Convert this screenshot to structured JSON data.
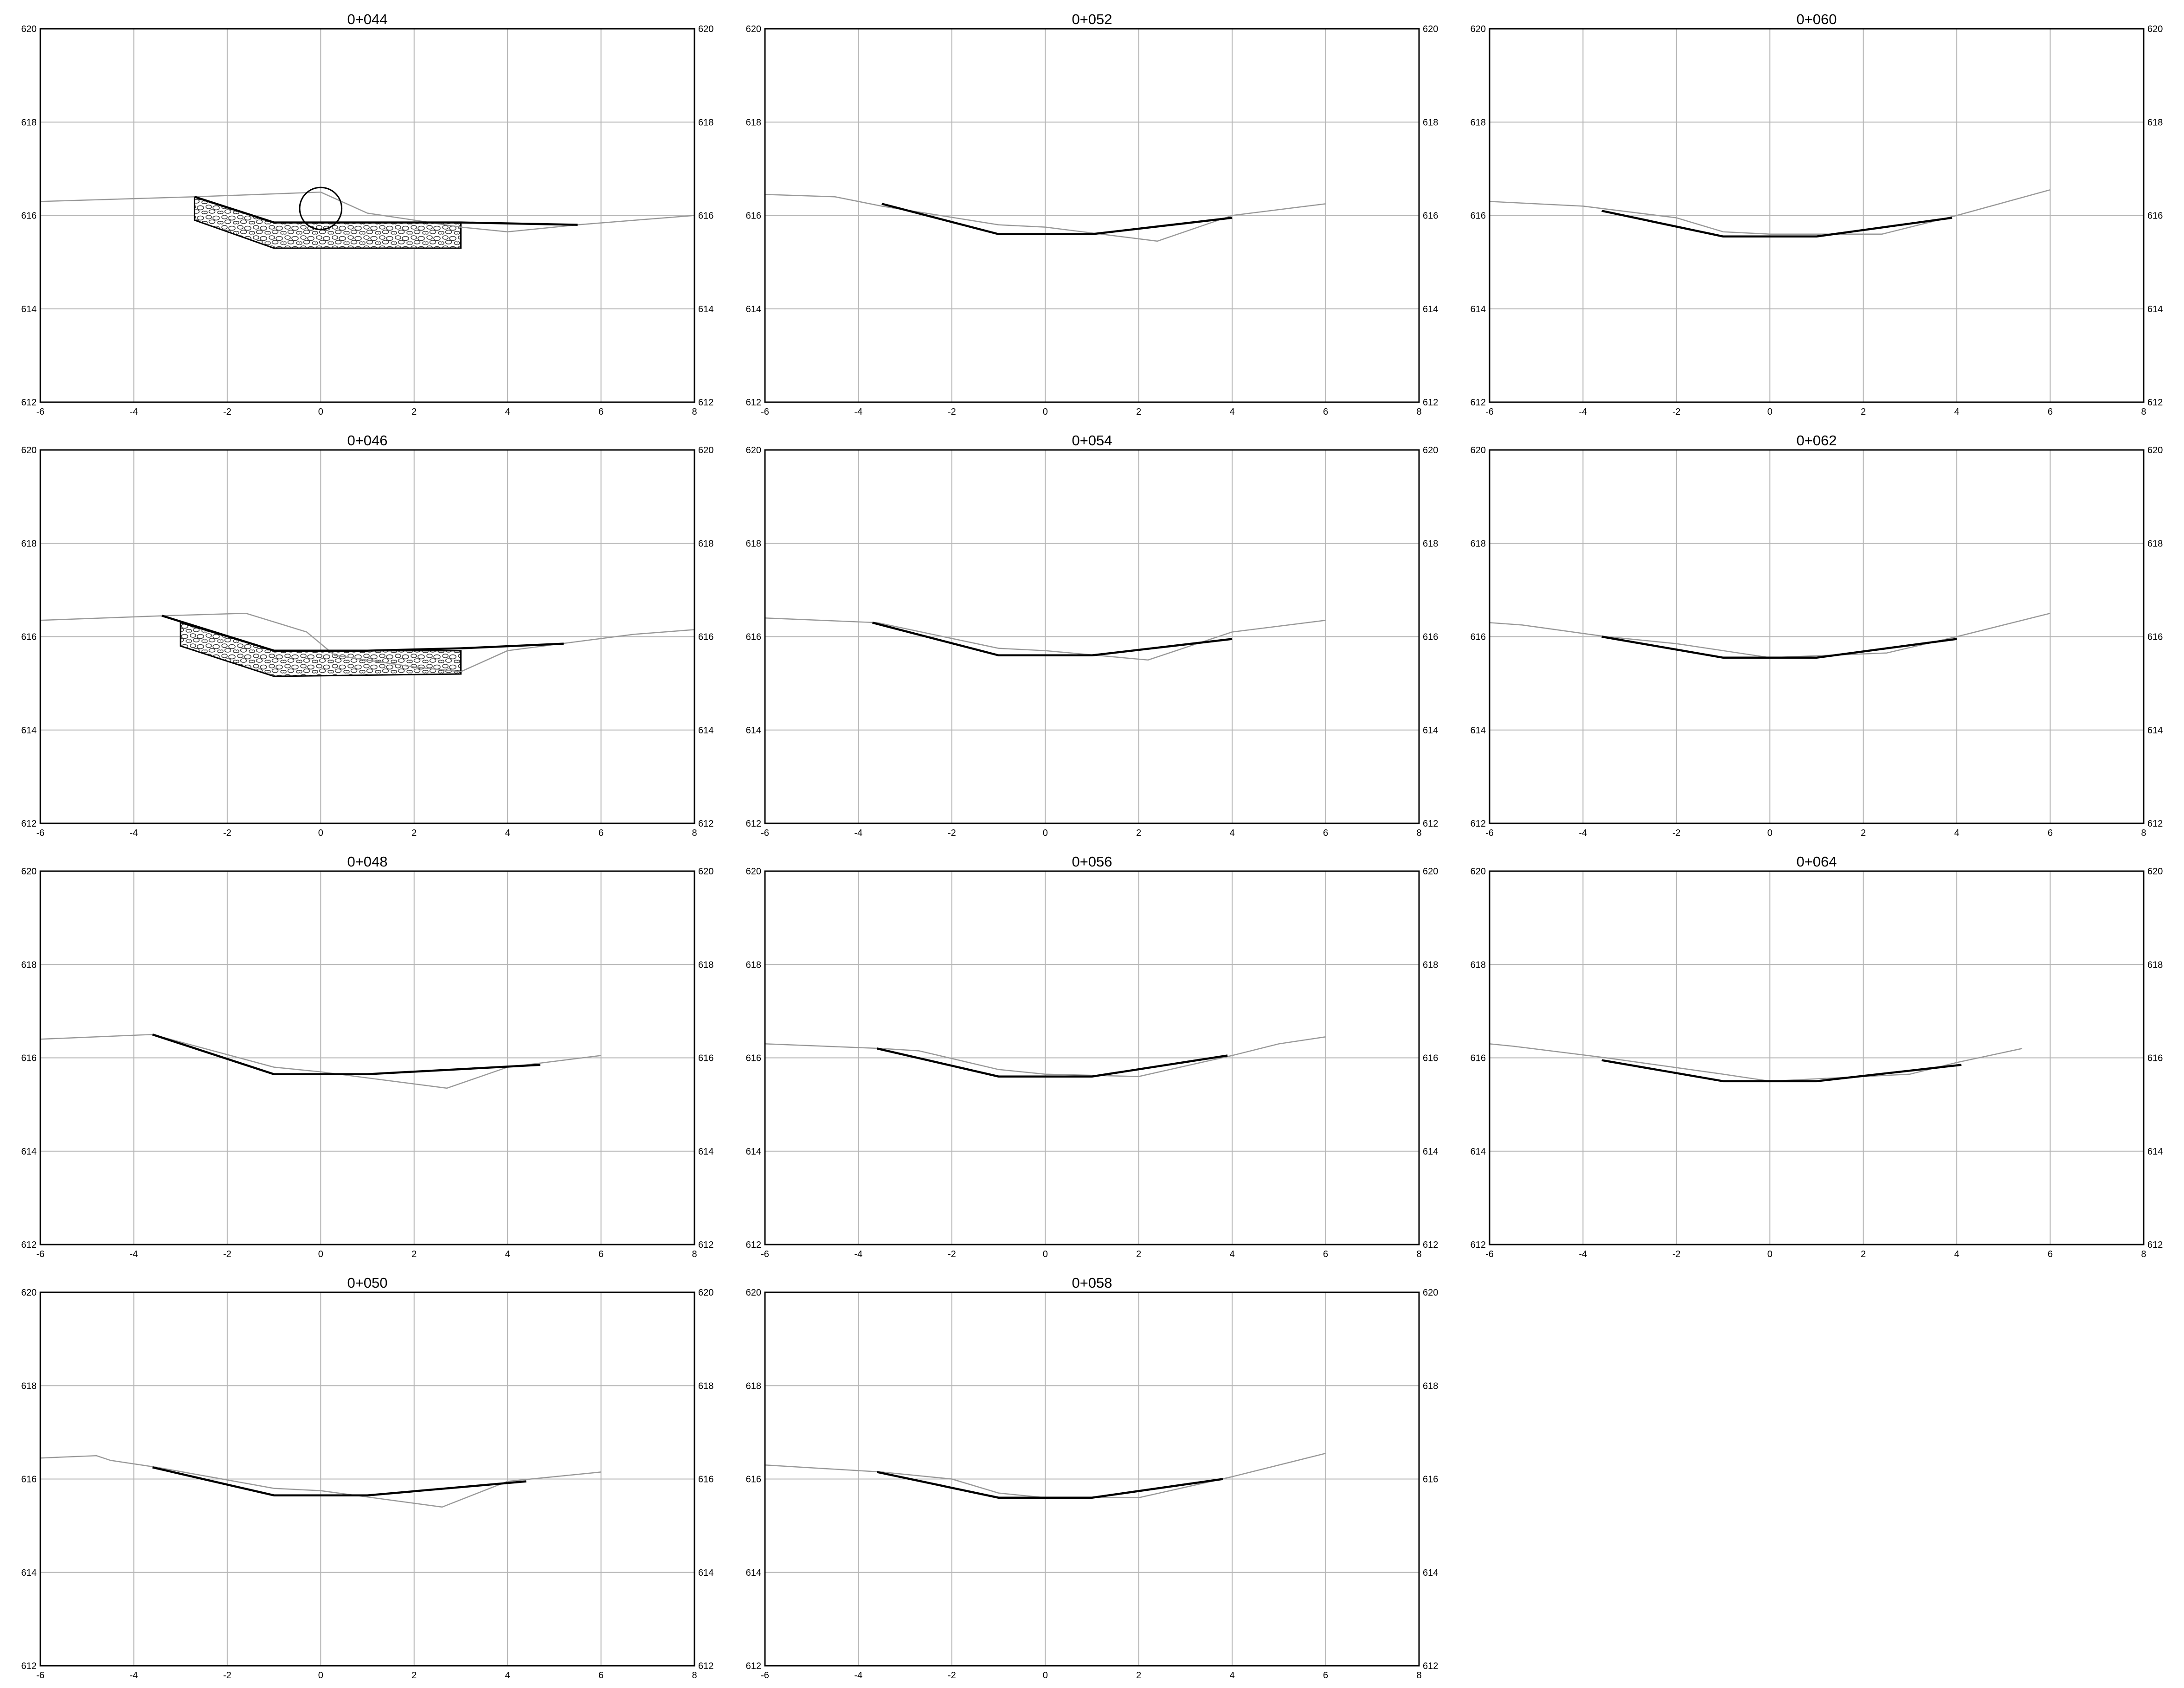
{
  "chart_data": [
    {
      "type": "line",
      "title": "0+044",
      "xlim": [
        -6,
        8
      ],
      "ylim": [
        612,
        620
      ],
      "x_ticks": [
        "-6",
        "-4",
        "-2",
        "0",
        "2",
        "4",
        "6",
        "8"
      ],
      "y_ticks": [
        "612",
        "614",
        "616",
        "618",
        "620"
      ],
      "grid": true,
      "series": [
        {
          "role": "ground",
          "color": "#999999",
          "x": [
            -6,
            -2.7,
            0,
            1,
            3,
            4,
            5.5,
            8
          ],
          "y": [
            616.3,
            616.4,
            616.5,
            616.05,
            615.75,
            615.65,
            615.8,
            616.0
          ]
        },
        {
          "role": "design",
          "color": "#000000",
          "x": [
            -2.7,
            -1,
            1,
            3,
            5.5
          ],
          "y": [
            616.4,
            615.85,
            615.85,
            615.85,
            615.8
          ]
        }
      ],
      "riprap": [
        {
          "x": [
            -2.7,
            -1,
            3,
            3,
            -1,
            -2.7
          ],
          "y": [
            616.4,
            615.85,
            615.85,
            615.3,
            615.3,
            615.9
          ]
        }
      ],
      "pipe": {
        "x": 0,
        "y": 616.15,
        "r": 0.45
      }
    },
    {
      "type": "line",
      "title": "0+046",
      "xlim": [
        -6,
        8
      ],
      "ylim": [
        612,
        620
      ],
      "x_ticks": [
        "-6",
        "-4",
        "-2",
        "0",
        "2",
        "4",
        "6",
        "8"
      ],
      "y_ticks": [
        "612",
        "614",
        "616",
        "618",
        "620"
      ],
      "grid": true,
      "series": [
        {
          "role": "ground",
          "color": "#999999",
          "x": [
            -6,
            -3.3,
            -1.6,
            -0.3,
            0.3,
            2,
            3,
            4,
            6.7,
            8
          ],
          "y": [
            616.35,
            616.45,
            616.5,
            616.1,
            615.6,
            615.35,
            615.25,
            615.7,
            616.05,
            616.15
          ]
        },
        {
          "role": "design",
          "color": "#000000",
          "x": [
            -3.4,
            -1,
            1,
            3,
            5.2
          ],
          "y": [
            616.45,
            615.7,
            615.7,
            615.75,
            615.85
          ]
        }
      ],
      "riprap": [
        {
          "x": [
            -3.0,
            -1,
            3,
            3,
            -1,
            -3.0
          ],
          "y": [
            616.3,
            615.7,
            615.7,
            615.2,
            615.15,
            615.8
          ]
        }
      ]
    },
    {
      "type": "line",
      "title": "0+048",
      "xlim": [
        -6,
        8
      ],
      "ylim": [
        612,
        620
      ],
      "x_ticks": [
        "-6",
        "-4",
        "-2",
        "0",
        "2",
        "4",
        "6",
        "8"
      ],
      "y_ticks": [
        "612",
        "614",
        "616",
        "618",
        "620"
      ],
      "grid": true,
      "series": [
        {
          "role": "ground",
          "color": "#999999",
          "x": [
            -6,
            -3.6,
            -1,
            0,
            2.7,
            4,
            6
          ],
          "y": [
            616.4,
            616.5,
            615.8,
            615.7,
            615.35,
            615.8,
            616.05
          ]
        },
        {
          "role": "design",
          "color": "#000000",
          "x": [
            -3.6,
            -1,
            1,
            4.7
          ],
          "y": [
            616.5,
            615.65,
            615.65,
            615.85
          ]
        }
      ]
    },
    {
      "type": "line",
      "title": "0+050",
      "xlim": [
        -6,
        8
      ],
      "ylim": [
        612,
        620
      ],
      "x_ticks": [
        "-6",
        "-4",
        "-2",
        "0",
        "2",
        "4",
        "6",
        "8"
      ],
      "y_ticks": [
        "612",
        "614",
        "616",
        "618",
        "620"
      ],
      "grid": true,
      "series": [
        {
          "role": "ground",
          "color": "#999999",
          "x": [
            -6,
            -4.8,
            -4.5,
            -3.5,
            -1,
            0,
            2.6,
            4,
            6
          ],
          "y": [
            616.45,
            616.5,
            616.4,
            616.25,
            615.8,
            615.75,
            615.4,
            615.95,
            616.15
          ]
        },
        {
          "role": "design",
          "color": "#000000",
          "x": [
            -3.6,
            -1,
            1,
            4.4
          ],
          "y": [
            616.25,
            615.65,
            615.65,
            615.95
          ]
        }
      ]
    },
    {
      "type": "line",
      "title": "0+052",
      "xlim": [
        -6,
        8
      ],
      "ylim": [
        612,
        620
      ],
      "x_ticks": [
        "-6",
        "-4",
        "-2",
        "0",
        "2",
        "4",
        "6",
        "8"
      ],
      "y_ticks": [
        "612",
        "614",
        "616",
        "618",
        "620"
      ],
      "grid": true,
      "series": [
        {
          "role": "ground",
          "color": "#999999",
          "x": [
            -6,
            -4.5,
            -3.5,
            -1,
            0,
            2.4,
            4,
            6
          ],
          "y": [
            616.45,
            616.4,
            616.2,
            615.8,
            615.75,
            615.45,
            616.0,
            616.25
          ]
        },
        {
          "role": "design",
          "color": "#000000",
          "x": [
            -3.5,
            -1,
            1,
            4
          ],
          "y": [
            616.25,
            615.6,
            615.6,
            615.95
          ]
        }
      ]
    },
    {
      "type": "line",
      "title": "0+054",
      "xlim": [
        -6,
        8
      ],
      "ylim": [
        612,
        620
      ],
      "x_ticks": [
        "-6",
        "-4",
        "-2",
        "0",
        "2",
        "4",
        "6",
        "8"
      ],
      "y_ticks": [
        "612",
        "614",
        "616",
        "618",
        "620"
      ],
      "grid": true,
      "series": [
        {
          "role": "ground",
          "color": "#999999",
          "x": [
            -6,
            -3.6,
            -1,
            0,
            2.2,
            4,
            6
          ],
          "y": [
            616.4,
            616.3,
            615.75,
            615.7,
            615.5,
            616.1,
            616.35
          ]
        },
        {
          "role": "design",
          "color": "#000000",
          "x": [
            -3.7,
            -1,
            1,
            4
          ],
          "y": [
            616.3,
            615.6,
            615.6,
            615.95
          ]
        }
      ]
    },
    {
      "type": "line",
      "title": "0+056",
      "xlim": [
        -6,
        8
      ],
      "ylim": [
        612,
        620
      ],
      "x_ticks": [
        "-6",
        "-4",
        "-2",
        "0",
        "2",
        "4",
        "6",
        "8"
      ],
      "y_ticks": [
        "612",
        "614",
        "616",
        "618",
        "620"
      ],
      "grid": true,
      "series": [
        {
          "role": "ground",
          "color": "#999999",
          "x": [
            -6,
            -3.5,
            -2.7,
            -1,
            0,
            2,
            4,
            5,
            6
          ],
          "y": [
            616.3,
            616.2,
            616.15,
            615.75,
            615.65,
            615.6,
            616.05,
            616.3,
            616.45
          ]
        },
        {
          "role": "design",
          "color": "#000000",
          "x": [
            -3.6,
            -1,
            1,
            3.9
          ],
          "y": [
            616.2,
            615.6,
            615.6,
            616.05
          ]
        }
      ]
    },
    {
      "type": "line",
      "title": "0+058",
      "xlim": [
        -6,
        8
      ],
      "ylim": [
        612,
        620
      ],
      "x_ticks": [
        "-6",
        "-4",
        "-2",
        "0",
        "2",
        "4",
        "6",
        "8"
      ],
      "y_ticks": [
        "612",
        "614",
        "616",
        "618",
        "620"
      ],
      "grid": true,
      "series": [
        {
          "role": "ground",
          "color": "#999999",
          "x": [
            -6,
            -3.5,
            -2,
            -1,
            0,
            2,
            4,
            6
          ],
          "y": [
            616.3,
            616.15,
            616.0,
            615.7,
            615.6,
            615.6,
            616.05,
            616.55
          ]
        },
        {
          "role": "design",
          "color": "#000000",
          "x": [
            -3.6,
            -1,
            1,
            3.8
          ],
          "y": [
            616.15,
            615.6,
            615.6,
            616.0
          ]
        }
      ]
    },
    {
      "type": "line",
      "title": "0+060",
      "xlim": [
        -6,
        8
      ],
      "ylim": [
        612,
        620
      ],
      "x_ticks": [
        "-6",
        "-4",
        "-2",
        "0",
        "2",
        "4",
        "6",
        "8"
      ],
      "y_ticks": [
        "612",
        "614",
        "616",
        "618",
        "620"
      ],
      "grid": true,
      "series": [
        {
          "role": "ground",
          "color": "#999999",
          "x": [
            -6,
            -4,
            -2,
            -1,
            0,
            2.4,
            4,
            6
          ],
          "y": [
            616.3,
            616.2,
            615.95,
            615.65,
            615.6,
            615.6,
            616.0,
            616.55
          ]
        },
        {
          "role": "design",
          "color": "#000000",
          "x": [
            -3.6,
            -1,
            1,
            3.9
          ],
          "y": [
            616.1,
            615.55,
            615.55,
            615.95
          ]
        }
      ]
    },
    {
      "type": "line",
      "title": "0+062",
      "xlim": [
        -6,
        8
      ],
      "ylim": [
        612,
        620
      ],
      "x_ticks": [
        "-6",
        "-4",
        "-2",
        "0",
        "2",
        "4",
        "6",
        "8"
      ],
      "y_ticks": [
        "612",
        "614",
        "616",
        "618",
        "620"
      ],
      "grid": true,
      "series": [
        {
          "role": "ground",
          "color": "#999999",
          "x": [
            -6,
            -5.3,
            -3.5,
            -2,
            -1,
            0,
            2.5,
            4,
            6
          ],
          "y": [
            616.3,
            616.25,
            616.0,
            615.85,
            615.7,
            615.55,
            615.65,
            616.0,
            616.5
          ]
        },
        {
          "role": "design",
          "color": "#000000",
          "x": [
            -3.6,
            -1,
            1,
            4
          ],
          "y": [
            616.0,
            615.55,
            615.55,
            615.95
          ]
        }
      ]
    },
    {
      "type": "line",
      "title": "0+064",
      "xlim": [
        -6,
        8
      ],
      "ylim": [
        612,
        620
      ],
      "x_ticks": [
        "-6",
        "-4",
        "-2",
        "0",
        "2",
        "4",
        "6",
        "8"
      ],
      "y_ticks": [
        "612",
        "614",
        "616",
        "618",
        "620"
      ],
      "grid": true,
      "series": [
        {
          "role": "ground",
          "color": "#999999",
          "x": [
            -6,
            -5.5,
            -3.5,
            -1,
            0,
            3,
            4,
            5.4
          ],
          "y": [
            616.3,
            616.25,
            616.0,
            615.65,
            615.5,
            615.65,
            615.9,
            616.2
          ]
        },
        {
          "role": "design",
          "color": "#000000",
          "x": [
            -3.6,
            -1,
            1,
            4.1
          ],
          "y": [
            615.95,
            615.5,
            615.5,
            615.85
          ]
        }
      ]
    }
  ]
}
